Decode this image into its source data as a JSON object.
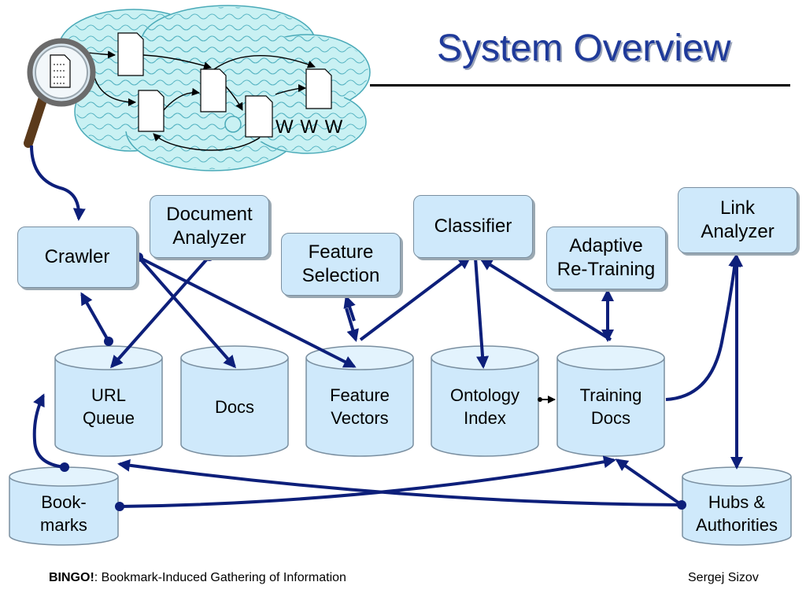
{
  "slide": {
    "title": "System Overview",
    "www_label": "W W W",
    "footer": {
      "title_bold": "BINGO!",
      "title_rest": ": Bookmark-Induced Gathering of Information",
      "author": "Sergej Sizov"
    }
  },
  "components": {
    "crawler": "Crawler",
    "document_analyzer": "Document\nAnalyzer",
    "feature_selection": "Feature\nSelection",
    "classifier": "Classifier",
    "adaptive_retraining": "Adaptive\nRe-Training",
    "link_analyzer": "Link\nAnalyzer"
  },
  "stores": {
    "url_queue": "URL\nQueue",
    "docs": "Docs",
    "feature_vectors": "Feature\nVectors",
    "ontology_index": "Ontology\nIndex",
    "training_docs": "Training\nDocs",
    "bookmarks": "Book-\nmarks",
    "hubs_authorities": "Hubs &\nAuthorities"
  },
  "colors": {
    "title": "#1f3a9a",
    "box_fill": "#cfe9fb",
    "arrow": "#0d1f7a",
    "cloud_fill": "#c9f1f3"
  },
  "icons": {
    "magnifier": "magnifying-glass-icon",
    "document": "document-page-icon"
  }
}
